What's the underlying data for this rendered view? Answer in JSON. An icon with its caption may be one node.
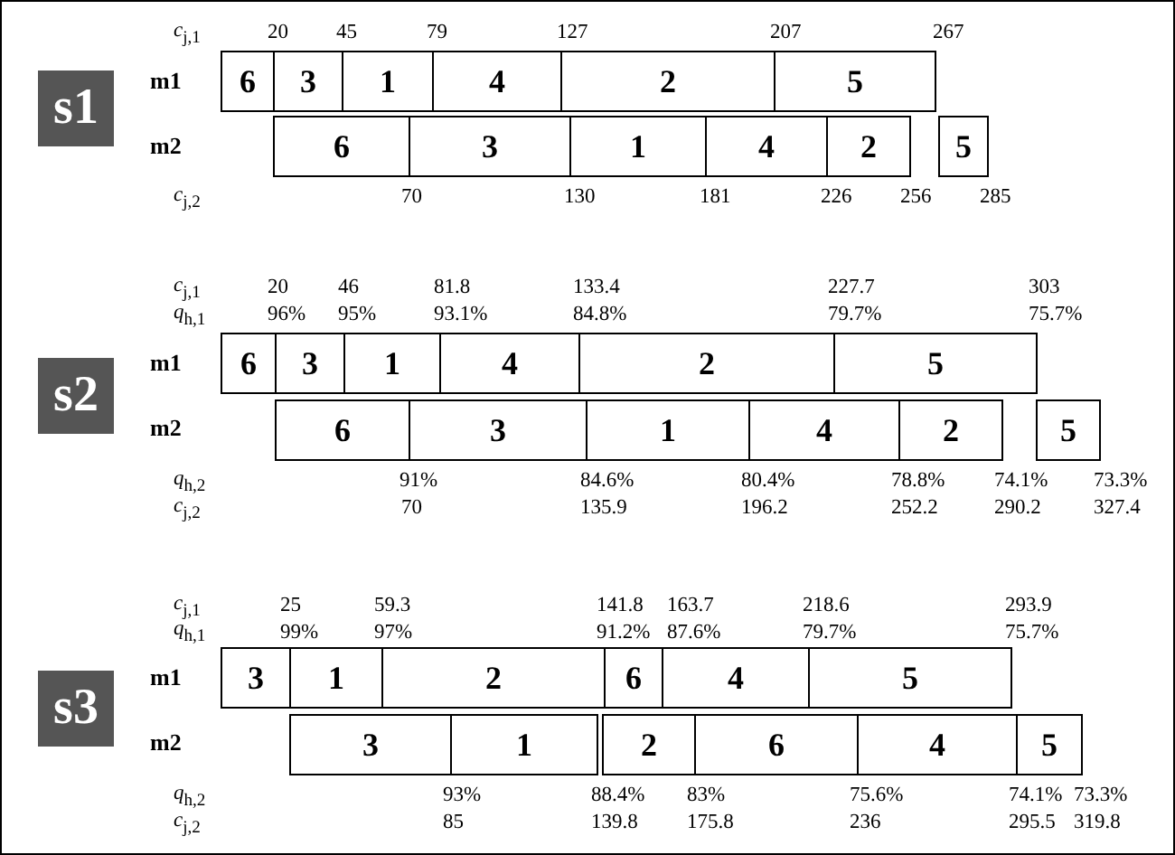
{
  "diagram": {
    "nodes": [
      {
        "text": [
          "s1"
        ]
      },
      {
        "text": [
          "6"
        ]
      },
      {
        "text": [
          "3"
        ]
      },
      {
        "text": [
          "1"
        ]
      },
      {
        "text": [
          "4"
        ]
      },
      {
        "text": [
          "2"
        ]
      },
      {
        "text": [
          "5"
        ]
      },
      {
        "text": [
          "6"
        ]
      },
      {
        "text": [
          "3"
        ]
      },
      {
        "text": [
          "1"
        ]
      },
      {
        "text": [
          "4"
        ]
      },
      {
        "text": [
          "2"
        ]
      },
      {
        "text": [
          "5"
        ]
      },
      {
        "text": [
          "s2"
        ]
      },
      {
        "text": [
          "6"
        ]
      },
      {
        "text": [
          "3"
        ]
      },
      {
        "text": [
          "1"
        ]
      },
      {
        "text": [
          "4"
        ]
      },
      {
        "text": [
          "2"
        ]
      },
      {
        "text": [
          "5"
        ]
      },
      {
        "text": [
          "6"
        ]
      },
      {
        "text": [
          "3"
        ]
      },
      {
        "text": [
          "1"
        ]
      },
      {
        "text": [
          "4"
        ]
      },
      {
        "text": [
          "2"
        ]
      },
      {
        "text": [
          "5"
        ]
      },
      {
        "text": [
          "s3"
        ]
      },
      {
        "text": [
          "3"
        ]
      },
      {
        "text": [
          "1"
        ]
      },
      {
        "text": [
          "2"
        ]
      },
      {
        "text": [
          "6"
        ]
      },
      {
        "text": [
          "4"
        ]
      },
      {
        "text": [
          "5"
        ]
      },
      {
        "text": [
          "3"
        ]
      },
      {
        "text": [
          "1"
        ]
      },
      {
        "text": [
          "2"
        ]
      },
      {
        "text": [
          "6"
        ]
      },
      {
        "text": [
          "4"
        ]
      },
      {
        "text": [
          "5"
        ]
      }
    ],
    "labels": [
      "*c*$_{j,1}$",
      "20",
      "45",
      "79",
      "127",
      "207",
      "267",
      "m1",
      "m2",
      "*c*$_{j,2}$",
      "70",
      "130",
      "181",
      "226",
      "256",
      "285",
      "*c*$_{j,1}$",
      "20",
      "46",
      "81.8",
      "133.4",
      "227.7",
      "303",
      "*q*$_{h,1}$",
      "96%",
      "95%",
      "93.1%",
      "84.8%",
      "79.7%",
      "75.7%",
      "m1",
      "m2",
      "*q*$_{h,2}$",
      "91%",
      "84.6%",
      "80.4%",
      "78.8%",
      "74.1%",
      "73.3%",
      "*c*$_{j,2}$",
      "70",
      "135.9",
      "196.2",
      "252.2",
      "290.2",
      "327.4",
      "*c*$_{j,1}$",
      "25",
      "59.3",
      "141.8",
      "163.7",
      "218.6",
      "293.9",
      "*q*$_{h,1}$",
      "99%",
      "97%",
      "91.2%",
      "87.6%",
      "79.7%",
      "75.7%",
      "m1",
      "m2",
      "*q*$_{h,2}$",
      "93%",
      "88.4%",
      "83%",
      "75.6%",
      "74.1%",
      "73.3%",
      "*c*$_{j,2}$",
      "85",
      "139.8",
      "175.8",
      "236",
      "295.5",
      "319.8"
    ]
  }
}
